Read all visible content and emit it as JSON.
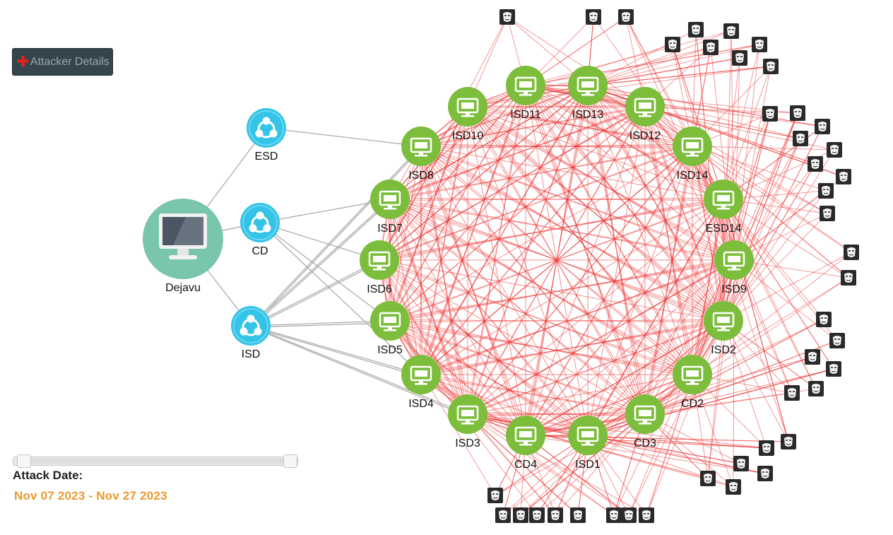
{
  "attacker_button": {
    "label": "Attacker Details"
  },
  "slider": {
    "label": "Attack Date:",
    "range_text": "Nov 07 2023 - Nov 27 2023"
  },
  "colors": {
    "edge_attack": "#ee3535",
    "edge_grouping": "#a6a6a6",
    "internal_node": "#7cbd3c",
    "group_node": "#33c4e8",
    "root_node": "#79c5ad",
    "attacker_tile": "#2a2a2a",
    "date_text": "#eb9a2c"
  },
  "icons": {
    "root": "computer-monitor-icon",
    "group": "share-network-icon",
    "internal": "desktop-monitor-icon",
    "attacker": "anonymous-mask-icon"
  },
  "graph": {
    "root": {
      "label": "Dejavu"
    },
    "groups": [
      {
        "id": "ESD",
        "label": "ESD"
      },
      {
        "id": "CD",
        "label": "CD"
      },
      {
        "id": "ISD",
        "label": "ISD"
      }
    ],
    "internal": [
      {
        "id": "ISD10",
        "label": "ISD10"
      },
      {
        "id": "ISD11",
        "label": "ISD11"
      },
      {
        "id": "ISD13",
        "label": "ISD13"
      },
      {
        "id": "ISD12",
        "label": "ISD12"
      },
      {
        "id": "ISD8",
        "label": "ISD8"
      },
      {
        "id": "ISD14",
        "label": "ISD14"
      },
      {
        "id": "ISD7",
        "label": "ISD7"
      },
      {
        "id": "ESD14",
        "label": "ESD14"
      },
      {
        "id": "ISD6",
        "label": "ISD6"
      },
      {
        "id": "ISD9",
        "label": "ISD9"
      },
      {
        "id": "ISD5",
        "label": "ISD5"
      },
      {
        "id": "ISD2",
        "label": "ISD2"
      },
      {
        "id": "ISD4",
        "label": "ISD4"
      },
      {
        "id": "CD2",
        "label": "CD2"
      },
      {
        "id": "ISD3",
        "label": "ISD3"
      },
      {
        "id": "CD3",
        "label": "CD3"
      },
      {
        "id": "CD4",
        "label": "CD4"
      },
      {
        "id": "ISD1",
        "label": "ISD1"
      }
    ]
  }
}
